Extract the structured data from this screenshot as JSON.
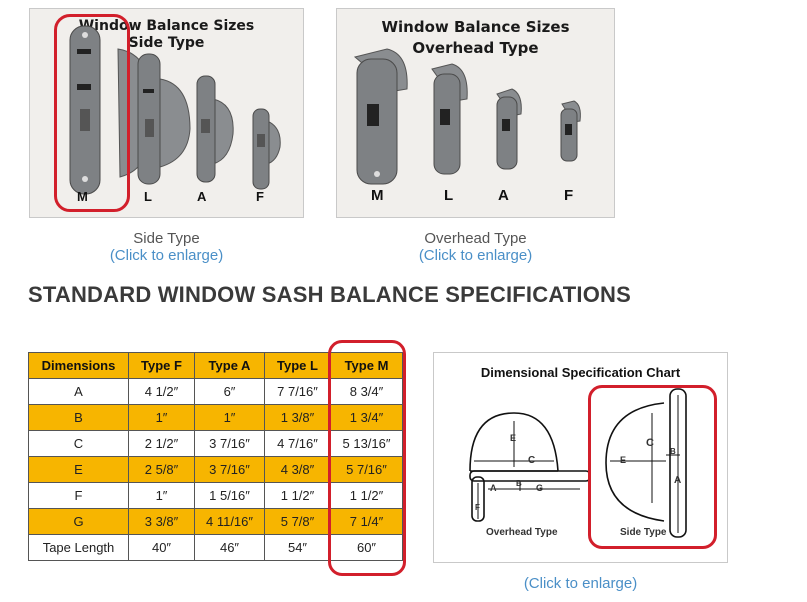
{
  "photos": [
    {
      "title_line1": "Window Balance Sizes",
      "title_line2": "Side Type",
      "letters": [
        "M",
        "L",
        "A",
        "F"
      ],
      "caption": "Side Type",
      "link": "(Click to enlarge)"
    },
    {
      "title_line1": "Window Balance Sizes",
      "title_line2": "Overhead Type",
      "letters": [
        "M",
        "L",
        "A",
        "F"
      ],
      "caption": "Overhead Type",
      "link": "(Click to enlarge)"
    }
  ],
  "heading": "STANDARD WINDOW SASH BALANCE SPECIFICATIONS",
  "table": {
    "headers": [
      "Dimensions",
      "Type F",
      "Type A",
      "Type L",
      "Type M"
    ],
    "rows": [
      [
        "A",
        "4 1/2″",
        "6″",
        "7 7/16″",
        "8 3/4″"
      ],
      [
        "B",
        "1″",
        "1″",
        "1 3/8″",
        "1 3/4″"
      ],
      [
        "C",
        "2 1/2″",
        "3 7/16″",
        "4 7/16″",
        "5 13/16″"
      ],
      [
        "E",
        "2 5/8″",
        "3 7/16″",
        "4 3/8″",
        "5 7/16″"
      ],
      [
        "F",
        "1″",
        "1 5/16″",
        "1 1/2″",
        "1 1/2″"
      ],
      [
        "G",
        "3 3/8″",
        "4 11/16″",
        "5 7/8″",
        "7 1/4″"
      ],
      [
        "Tape Length",
        "40″",
        "46″",
        "54″",
        "60″"
      ]
    ]
  },
  "chart": {
    "title": "Dimensional Specification Chart",
    "overhead_label": "Overhead Type",
    "side_label": "Side Type",
    "letters": {
      "e": "E",
      "c": "C",
      "a": "A",
      "b": "B",
      "g": "G",
      "f": "F"
    },
    "link": "(Click to enlarge)"
  },
  "colors": {
    "accent_gold": "#f7b500",
    "highlight_red": "#d21f2b",
    "link_blue": "#4a8fc7"
  }
}
